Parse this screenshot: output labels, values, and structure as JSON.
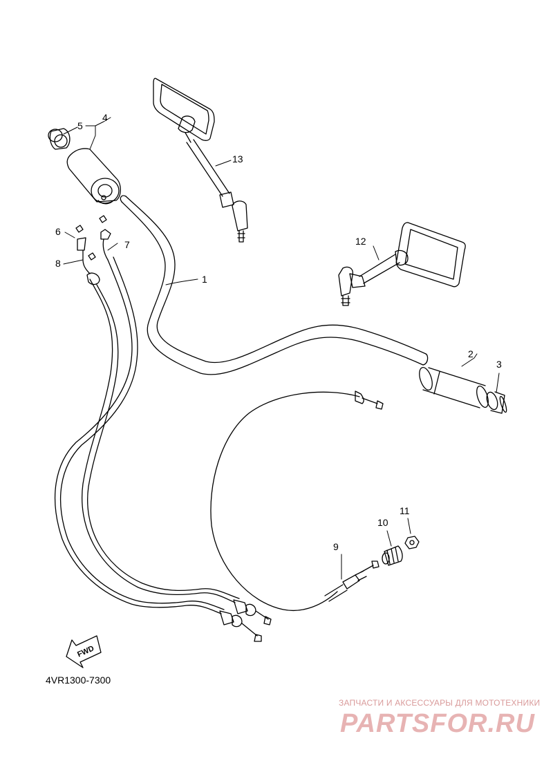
{
  "callouts": {
    "c1": "1",
    "c2": "2",
    "c3": "3",
    "c4": "4",
    "c5": "5",
    "c6": "6",
    "c7": "7",
    "c8": "8",
    "c9": "9",
    "c10": "10",
    "c11": "11",
    "c12": "12",
    "c13": "13"
  },
  "fwd_label": "FWD",
  "part_code": "4VR1300-7300",
  "watermark": {
    "caption": "ЗАПЧАСТИ И АКСЕССУАРЫ ДЛЯ МОТОТЕХНИКИ",
    "logo": "PARTSFOR.RU"
  }
}
